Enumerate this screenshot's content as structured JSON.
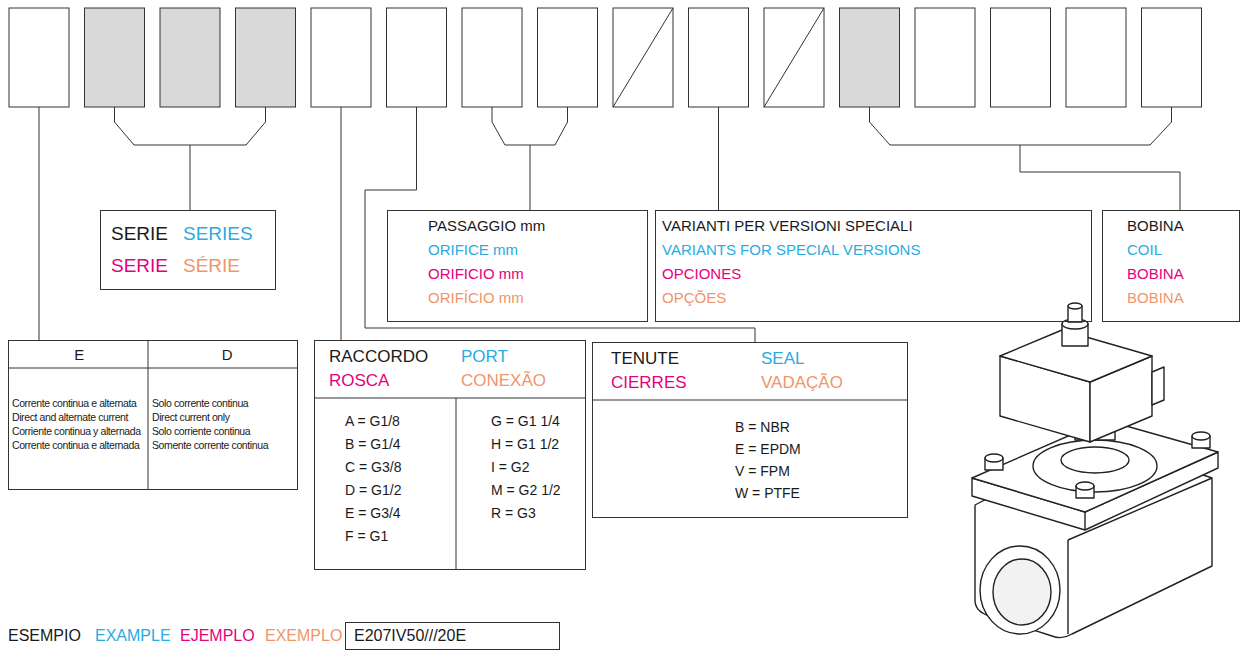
{
  "diagram": {
    "nodes": [
      {
        "text": [
          "SERIE",
          "SERIES",
          "SERIE",
          "SÉRIE"
        ]
      },
      {
        "text": [
          "PASSAGGIO mm",
          "ORIFICE mm",
          "ORIFICIO mm",
          "ORIFÍCIO mm"
        ]
      },
      {
        "text": [
          "VARIANTI PER VERSIONI SPECIALI",
          "VARIANTS FOR SPECIAL VERSIONS",
          "OPCIONES",
          "OPÇÕES"
        ]
      },
      {
        "text": [
          "BOBINA",
          "COIL",
          "BOBINA",
          "BOBINA"
        ]
      },
      {
        "text": [
          "E",
          "D",
          "Corrente continua e alternata",
          "Direct and alternate current",
          "Corriente continua y alternada",
          "Corrente continua e alternada",
          "Solo corrente continua",
          "Direct current only",
          "Solo corriente continua",
          "Somente corrente continua"
        ]
      },
      {
        "text": [
          "RACCORDO",
          "PORT",
          "ROSCA",
          "CONEXÃO",
          "A = G1/8",
          "B = G1/4",
          "C = G3/8",
          "D = G1/2",
          "E = G3/4",
          "F = G1",
          "G = G1 1/4",
          "H = G1 1/2",
          "I = G2",
          "M = G2 1/2",
          "R = G3"
        ]
      },
      {
        "text": [
          "TENUTE",
          "SEAL",
          "CIERRES",
          "VADAÇÃO",
          "B = NBR",
          "E = EPDM",
          "V = FPM",
          "W = PTFE"
        ]
      },
      {
        "text": [
          "E207IV50///20E"
        ]
      }
    ],
    "labels": [
      "ESEMPIO",
      "EXAMPLE",
      "EJEMPLO",
      "EXEMPLO"
    ]
  }
}
